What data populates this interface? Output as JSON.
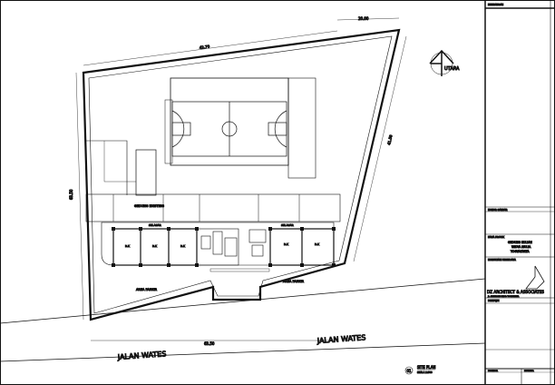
{
  "drawing": {
    "road_label_1": "JALAN WATES",
    "road_label_2": "JALAN WATES",
    "north_label": "UTARA",
    "existing_building": "GEDUNG EXISTING",
    "corridor_left": "SELASAR",
    "corridor_right": "SELASAR",
    "parking_left": "AREA PARKIR",
    "parking_right": "AREA PARKIR",
    "rooms": [
      "R.K",
      "R.K",
      "R.K",
      "R.K",
      "R.K"
    ],
    "dimensions": {
      "top": "42.70",
      "top_right": "20.00",
      "right": "41.50",
      "left": "63.50",
      "bottom": "63.50"
    },
    "view_number": "01",
    "view_title": "SITE PLAN",
    "view_scale": "SKALA 1:500"
  },
  "title_block": {
    "notes_header": "KETERANGAN",
    "drawing_number_header": "NOMOR GAMBAR",
    "project_header": "NAMA PROYEK",
    "project_lines": [
      "GEDUNG KULIAH",
      "WIDYA MULIA",
      "YOGYAKARTA"
    ],
    "consultant_header": "KONSULTAN PERENCANA",
    "firm_name": "DZ ARCHITECT & ASSOCIATES",
    "firm_address": "JL. KALIURANG KM 5, YOGYAKARTA",
    "approval_header": "DISETUJUI",
    "drawn_header": "DIGAMBAR",
    "checked_header": "DIPERIKSA"
  }
}
